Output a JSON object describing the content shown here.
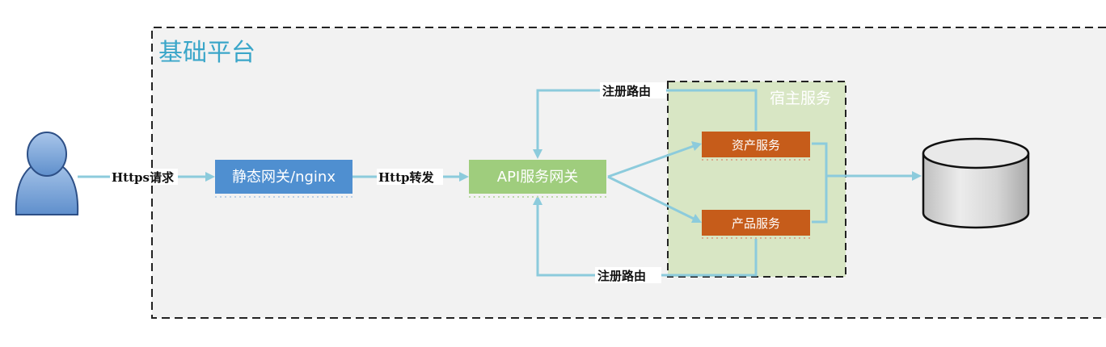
{
  "diagram": {
    "platform_title": "基础平台",
    "host_service_title": "宿主服务",
    "nodes": {
      "user": "user-icon",
      "static_gateway": "静态网关/nginx",
      "api_gateway": "API服务网关",
      "asset_service": "资产服务",
      "product_service": "产品服务",
      "database": "database-icon"
    },
    "edges": {
      "https_request": "Https请求",
      "http_forward": "Http转发",
      "register_route_top": "注册路由",
      "register_route_bottom": "注册路由"
    },
    "colors": {
      "static_gateway": "#4f8fd0",
      "api_gateway": "#9fcd7d",
      "services": "#c65c1a",
      "host_area": "#d8e6c4",
      "platform_area": "#f2f2f2",
      "edge": "#8ccbdc",
      "title": "#3aa6c9"
    }
  }
}
